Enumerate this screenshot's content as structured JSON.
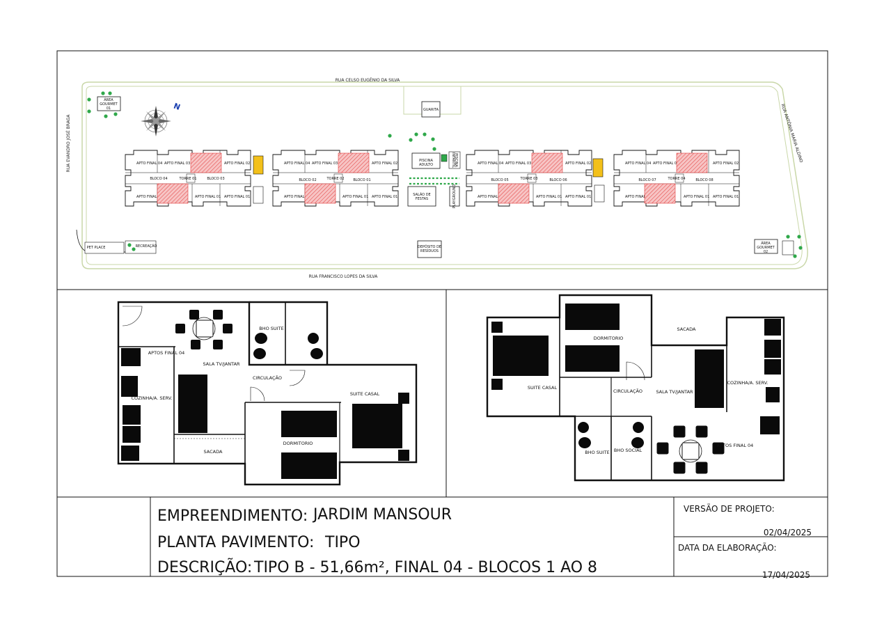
{
  "site": {
    "streets": {
      "north": "RUA CELSO EUGÊNIO DA SILVA",
      "south": "RUA FRANCISCO LOPES DA SILVA",
      "west": "RUA EVANDRO JOSÉ BRAGA",
      "east": "RUA ANTÔNIA MARIA ALDINO"
    },
    "north_marker": "N",
    "guarita": "GUARITA",
    "area_gourmet_01": [
      "ÁREA",
      "GOURMET",
      "01"
    ],
    "area_gourmet_02": [
      "ÁREA",
      "GOURMET",
      "02"
    ],
    "piscina_adulto": [
      "PISCINA",
      "ADULTO"
    ],
    "piscina_infantil": [
      "PISCINA",
      "INFANTIL"
    ],
    "salao_festas": [
      "SALÃO DE",
      "FESTAS"
    ],
    "playground": "PLAYGROUND",
    "deposito": [
      "DEPÓSITO DE",
      "RESÍDUOS"
    ],
    "pet_place": "PET PLACE",
    "recreacao": "RECREAÇÃO",
    "towers": [
      {
        "torre": "TORRE 01",
        "bloco_left": "BLOCO 04",
        "bloco_right": "BLOCO 03"
      },
      {
        "torre": "TORRE 02",
        "bloco_left": "BLOCO 02",
        "bloco_right": "BLOCO 01"
      },
      {
        "torre": "TORRE 03",
        "bloco_left": "BLOCO 05",
        "bloco_right": "BLOCO 06"
      },
      {
        "torre": "TORRE 04",
        "bloco_left": "BLOCO 07",
        "bloco_right": "BLOCO 08"
      }
    ]
  },
  "plan_left": {
    "aptos": "APTOS FINAL 04",
    "sala": "SALA TV/JANTAR",
    "bho_suite": "BHO SUITE",
    "circulacao": "CIRCULAÇÃO",
    "suite_casal": "SUITE CASAL",
    "cozinha": "COZINHA/A. SERV.",
    "dormitorio": "DORMITORIO",
    "sacada": "SACADA"
  },
  "plan_right": {
    "dormitorio": "DORMITORIO",
    "sacada": "SACADA",
    "suite_casal": "SUITE CASAL",
    "circulacao": "CIRCULAÇÃO",
    "sala": "SALA TV/JANTAR",
    "cozinha": "COZINHA/A. SERV.",
    "bho_suite": "BHO SUITE",
    "bho_social": "BHO SOCIAL",
    "aptos": "APTOS FINAL 04"
  },
  "title_block": {
    "empreendimento_label": "EMPREENDIMENTO:",
    "empreendimento_value": "JARDIM MANSOUR",
    "planta_label": "PLANTA PAVIMENTO:",
    "planta_value": "TIPO",
    "descricao_label": "DESCRIÇÃO:",
    "descricao_value": "TIPO B - 51,66m², FINAL 04 - BLOCOS 1 AO 8",
    "versao_label": "VERSÃO DE PROJETO:",
    "versao_value": "02/04/2025",
    "elaboracao_label": "DATA DA ELABORAÇÃO:",
    "elaboracao_value": "17/04/2025"
  },
  "colors": {
    "line": "#111111",
    "site_line": "#c9d7a8",
    "tree": "#2fa84a",
    "highlight": "#f3a0a0",
    "hatch": "#e23b3b",
    "stair": "#f3c01a"
  }
}
